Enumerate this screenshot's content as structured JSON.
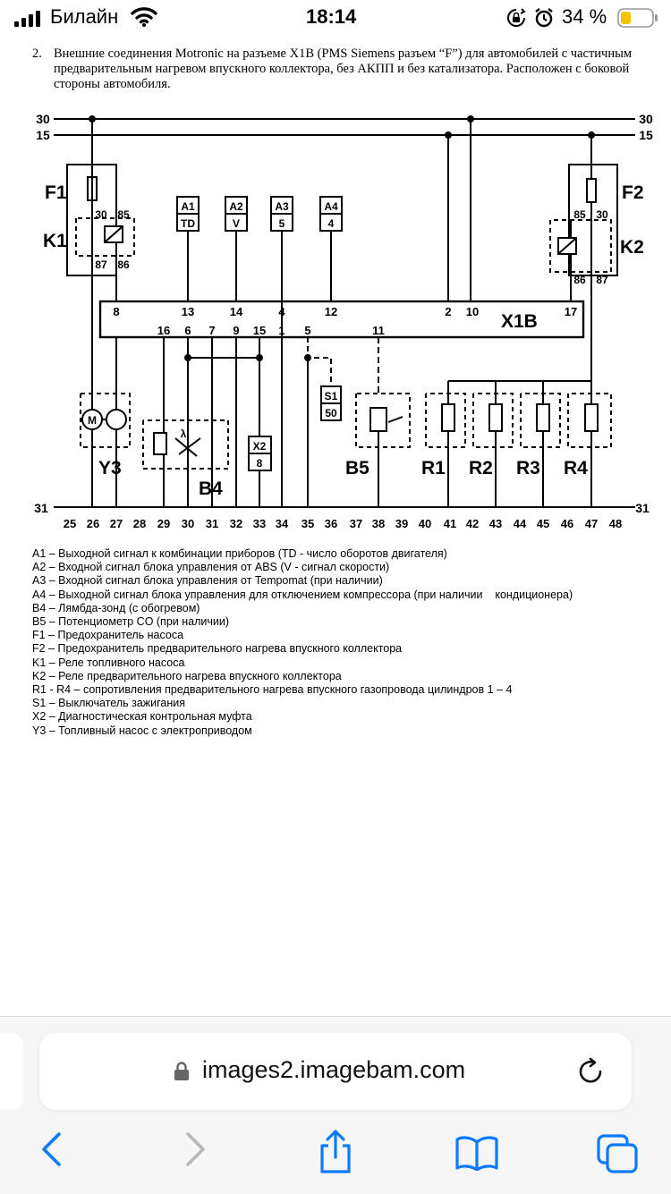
{
  "status_bar": {
    "carrier": "Билайн",
    "time": "18:14",
    "battery_percent": "34 %",
    "battery_level": 0.34,
    "icons": [
      "signal-icon",
      "wifi-icon",
      "orientation-lock-icon",
      "alarm-icon",
      "battery-icon"
    ]
  },
  "document": {
    "heading_number": "2.",
    "heading_text": "Внешние соединения Motronic на разъеме X1B (PMS Siemens разъем “F”) для автомобилей с частичным предварительным нагревом впускного коллектора, без АКПП и без катализатора. Расположен с боковой стороны автомобиля."
  },
  "diagram": {
    "rail_30": "30",
    "rail_15": "15",
    "rail_31": "31",
    "f1": "F1",
    "f2": "F2",
    "k1": "K1",
    "k2": "K2",
    "k1_pins": [
      "30",
      "85",
      "87",
      "86"
    ],
    "k2_pins": [
      "85",
      "30",
      "86",
      "87"
    ],
    "connector": "X1B",
    "top_pins": [
      "8",
      "13",
      "14",
      "4",
      "12",
      "2",
      "10",
      "17"
    ],
    "inner_pins": [
      "16",
      "6",
      "7",
      "9",
      "15",
      "1",
      "5",
      "11"
    ],
    "boxes": {
      "a1": [
        "A1",
        "TD"
      ],
      "a2": [
        "A2",
        "V"
      ],
      "a3": [
        "A3",
        "5"
      ],
      "a4": [
        "A4",
        "4"
      ],
      "s1": [
        "S1",
        "50"
      ],
      "x2": [
        "X2",
        "8"
      ]
    },
    "components": {
      "y3": "Y3",
      "b4": "B4",
      "b5": "B5",
      "r1": "R1",
      "r2": "R2",
      "r3": "R3",
      "r4": "R4",
      "motor": "M",
      "lambda": "λ"
    },
    "bottom_pins": [
      "25",
      "26",
      "27",
      "28",
      "29",
      "30",
      "31",
      "32",
      "33",
      "34",
      "35",
      "36",
      "37",
      "38",
      "39",
      "40",
      "41",
      "42",
      "43",
      "44",
      "45",
      "46",
      "47",
      "48"
    ]
  },
  "legend": [
    "A1 – Выходной сигнал к комбинации приборов (TD - число оборотов двигателя)",
    "A2 – Входной сигнал блока управления от ABS (V - сигнал скорости)",
    "A3 – Входной сигнал блока управления от Tempomat (при наличии)",
    "A4 – Выходной сигнал блока управления для отключением компрессора (при наличии    кондиционера)",
    "B4 – Лямбда-зонд (с обогревом)",
    "B5 – Потенциометр CO (при наличии)",
    "F1 – Предохранитель насоса",
    "F2 – Предохранитель предварительного нагрева впускного коллектора",
    "K1 – Реле топливного насоса",
    "K2 – Реле предварительного нагрева впускного коллектора",
    "R1 - R4 – сопротивления предварительного нагрева впускного газопровода цилиндров 1 – 4",
    "S1 – Выключатель зажигания",
    "X2 – Диагностическая контрольная муфта",
    "Y3 – Топливный насос с электроприводом"
  ],
  "browser": {
    "url": "images2.imagebam.com",
    "toolbar_icons": [
      "back-icon",
      "forward-icon",
      "share-icon",
      "bookmarks-icon",
      "tabs-icon"
    ]
  }
}
